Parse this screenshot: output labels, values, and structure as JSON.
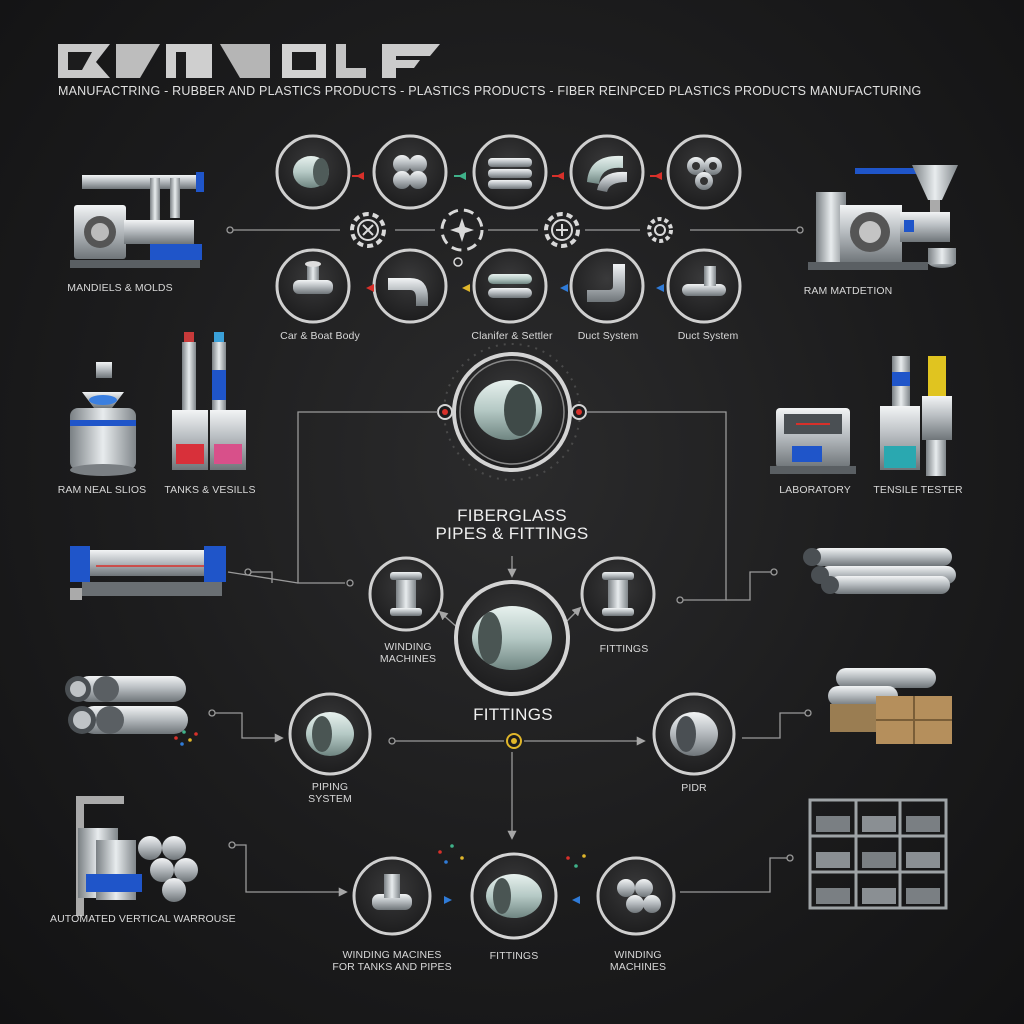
{
  "header": {
    "logo": "logo-mark",
    "subtitle": "MANUFACTRING - RUBBER AND PLASTICS PRODUCTS - PLASTICS PRODUCTS - FIBER REINPCED PLASTICS PRODUCTS MANUFACTURING"
  },
  "top": {
    "row_labels": [
      "Car & Boat Body",
      "Clanifer & Settler",
      "Duct System",
      "Duct System"
    ],
    "left_machine": "MANDIELS & MOLDS",
    "right_machine": "RAM MATDETION"
  },
  "middle": {
    "ram_metal_silos": "RAM NEAL SLIOS",
    "tanks_vessels": "TANKS & VESILLS",
    "laboratory": "LABORATORY",
    "tensile_tester": "TENSILE TESTER",
    "center_title_1": "FIBERGLASS",
    "center_title_2": "PIPES & FITTINGS",
    "winding_machines_1": "WINDING",
    "winding_machines_2": "MACHINES",
    "fittings_small": "FITTINGS",
    "fittings_big": "FITTINGS"
  },
  "lower": {
    "piping_1": "PIPING",
    "piping_2": "SYSTEM",
    "pipe": "PIDR",
    "warehouse": "AUTOMATED VERTICAL WARROUSE",
    "winding_tanks_1": "WINDING MACINES",
    "winding_tanks_2": "FOR TANKS AND PIPES",
    "fittings_bottom": "FITTINGS",
    "winding_bottom_1": "WINDING",
    "winding_bottom_2": "MACHINES"
  },
  "colors": {
    "background": "#1c1c1d",
    "line": "#9a9a9a",
    "arrow_red": "#d8302a",
    "arrow_blue": "#2f7bd8",
    "arrow_green": "#3fb28a",
    "arrow_yellow": "#e0b62a",
    "accent_blue": "#1f55c9"
  }
}
